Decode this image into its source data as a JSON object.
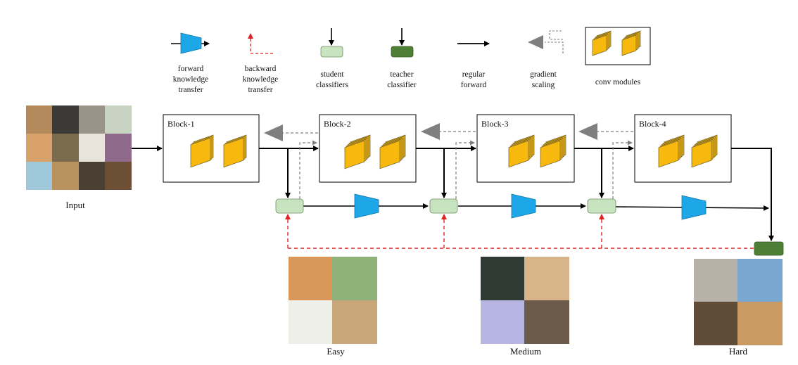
{
  "legend": {
    "forward_knowledge_transfer": [
      "forward",
      "knowledge",
      "transfer"
    ],
    "backward_knowledge_transfer": [
      "backward",
      "knowledge",
      "transfer"
    ],
    "student_classifiers": [
      "student",
      "classifiers"
    ],
    "teacher_classifier": [
      "teacher",
      "classifier"
    ],
    "regular_forward": [
      "regular",
      "forward"
    ],
    "gradient_scaling": [
      "gradient",
      "scaling"
    ],
    "conv_modules": "conv modules"
  },
  "blocks": [
    "Block-1",
    "Block-2",
    "Block-3",
    "Block-4"
  ],
  "captions": {
    "input": "Input",
    "easy": "Easy",
    "medium": "Medium",
    "hard": "Hard"
  },
  "colors": {
    "trapezoid": "#1ea7e8",
    "student": "#c7e3bf",
    "teacher": "#4f7f36",
    "conv": "#f7b90e",
    "backward": "#e02020",
    "gradient": "#7f7f7f"
  }
}
